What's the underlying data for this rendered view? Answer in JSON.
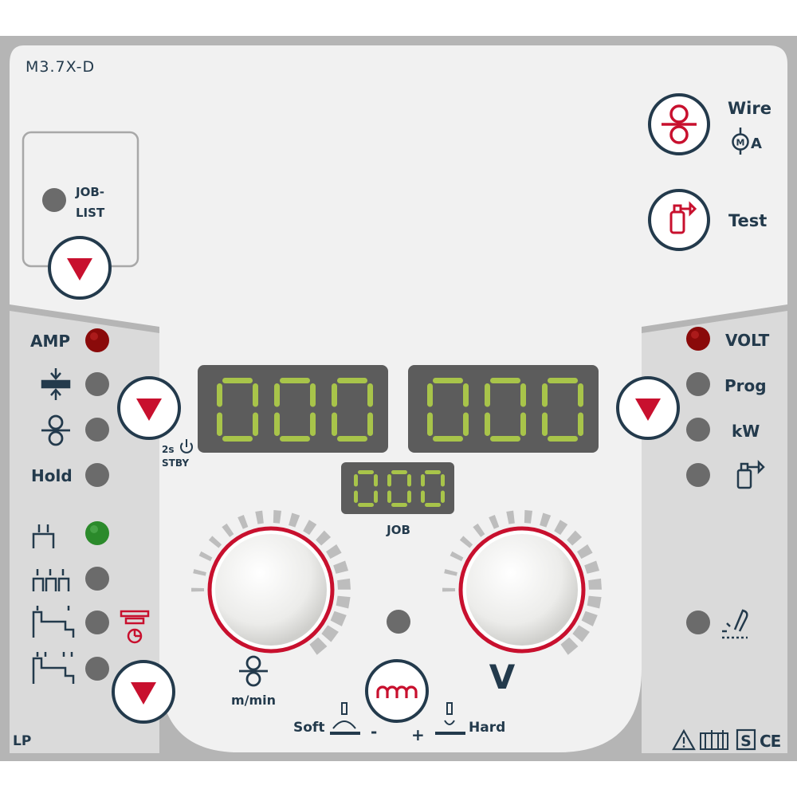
{
  "panel": {
    "model": "M3.7X-D",
    "footer_left": "LP",
    "colors": {
      "frame": "#b5b5b5",
      "panel_light": "#f1f1f1",
      "panel_side": "#dadada",
      "text": "#233a4c",
      "accent_red": "#c8102e",
      "led_off": "#6b6b6b",
      "led_red": "#8a0a0a",
      "led_green": "#2b8a2b",
      "display_bg": "#5c5c5c",
      "display_seg": "#a8c44a"
    }
  },
  "job_list": {
    "line1": "JOB-",
    "line2": "LIST",
    "led_state": "off",
    "button_icon": "down-arrow-icon"
  },
  "top_right": {
    "wire_label": "Wire",
    "wire_sub_letters": "M",
    "wire_sub_a": "A",
    "wire_icon": "wire-feed-icon",
    "test_label": "Test",
    "test_icon": "gas-cylinder-icon"
  },
  "left_indicators": {
    "amp": "AMP",
    "hold": "Hold",
    "standby_2s": "2s",
    "standby_label": "STBY",
    "amp_led": "red",
    "two_step_led": "green"
  },
  "right_indicators": {
    "volt": "VOLT",
    "prog": "Prog",
    "kw": "kW",
    "volt_led": "red"
  },
  "displays": {
    "left_value": "000",
    "right_value": "000",
    "job_value": "000",
    "job_label": "JOB"
  },
  "knobs": {
    "left_unit": "m/min",
    "right_unit": "V"
  },
  "dynamics": {
    "soft": "Soft",
    "hard": "Hard",
    "minus": "-",
    "plus": "+"
  },
  "footer_right": {
    "s_mark": "S",
    "ce_mark": "CE"
  }
}
